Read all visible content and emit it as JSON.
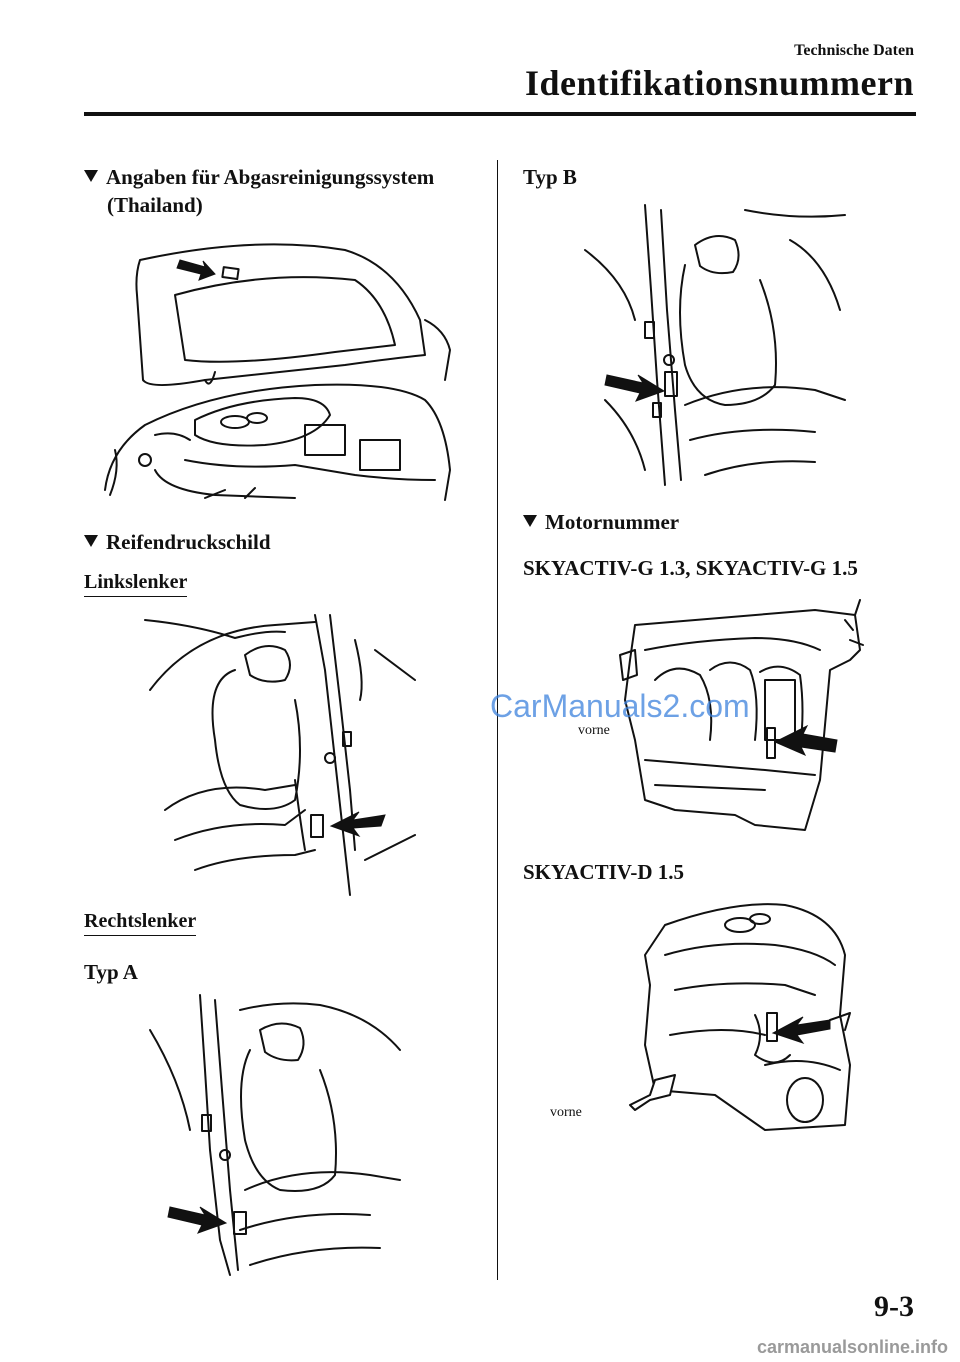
{
  "header": {
    "chapter": "Technische Daten",
    "section": "Identifikationsnummern"
  },
  "left": {
    "emission_heading_line1": "Angaben für Abgasreinigungssystem",
    "emission_heading_line2": "(Thailand)",
    "tire_heading": "Reifendruckschild",
    "lhd_label": "Linkslenker",
    "rhd_label": "Rechtslenker",
    "type_a": "Typ A"
  },
  "right": {
    "type_b": "Typ B",
    "engine_heading": "Motornummer",
    "gas_engine_label": "SKYACTIV-G 1.3, SKYACTIV-G 1.5",
    "front_label_1": "vorne",
    "diesel_engine_label": "SKYACTIV-D 1.5",
    "front_label_2": "vorne"
  },
  "watermarks": {
    "blue": "CarManuals2.com",
    "gray": "carmanualsonline.info"
  },
  "page_number": "9-3",
  "icons": {
    "bullet": "triangle-down-icon",
    "pointer": "arrow-icon"
  }
}
